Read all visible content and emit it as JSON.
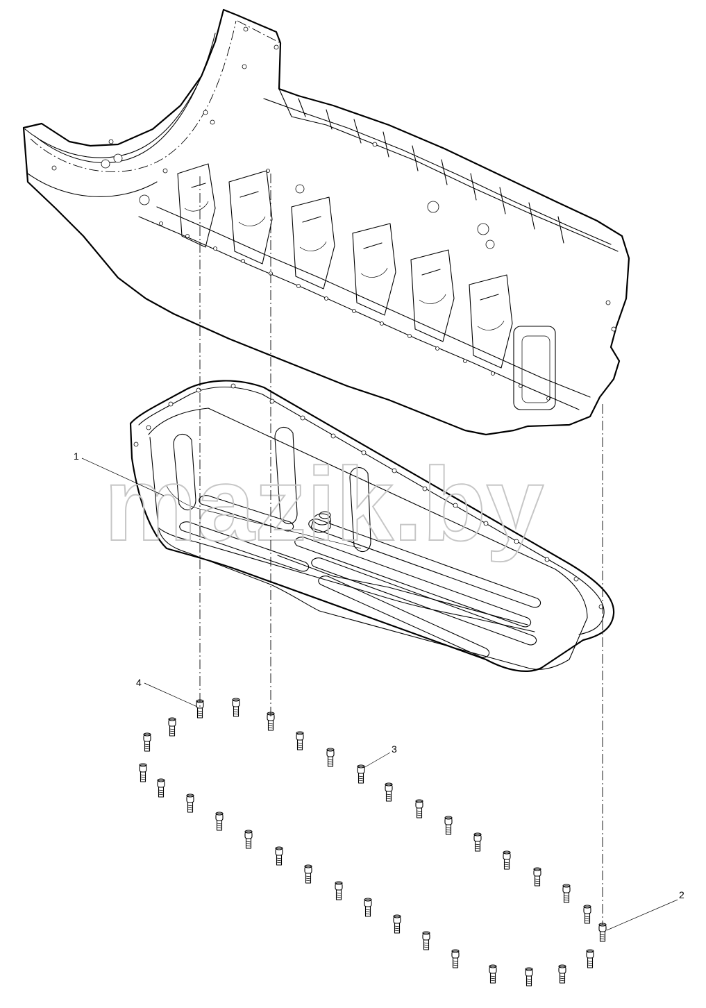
{
  "diagram": {
    "callouts": [
      {
        "id": "callout-1",
        "label": "1"
      },
      {
        "id": "callout-2",
        "label": "2"
      },
      {
        "id": "callout-3",
        "label": "3"
      },
      {
        "id": "callout-4",
        "label": "4"
      }
    ],
    "watermark": "mazik.by",
    "colors": {
      "line": "#000000",
      "background": "#ffffff",
      "watermark": "#c6c6c6"
    }
  }
}
